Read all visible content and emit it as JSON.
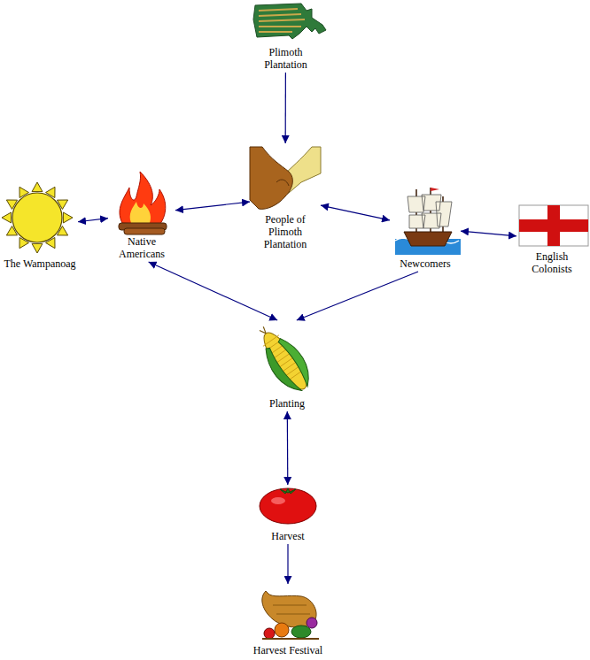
{
  "diagram": {
    "nodes": [
      {
        "text": [
          "Plimoth Plantation"
        ]
      },
      {
        "text": [
          "The Wampanoag"
        ]
      },
      {
        "text": [
          "Native Americans"
        ]
      },
      {
        "text": [
          "People of Plimoth Plantation"
        ]
      },
      {
        "text": [
          "Newcomers"
        ]
      },
      {
        "text": [
          "English Colonists"
        ]
      },
      {
        "text": [
          "Planting"
        ]
      },
      {
        "text": [
          "Harvest"
        ]
      },
      {
        "text": [
          "Harvest Festival"
        ]
      }
    ],
    "edges": [
      {
        "from": 0,
        "to": 3,
        "arrow": "to"
      },
      {
        "from": 1,
        "to": 2,
        "arrow": "both"
      },
      {
        "from": 2,
        "to": 3,
        "arrow": "both"
      },
      {
        "from": 3,
        "to": 4,
        "arrow": "both"
      },
      {
        "from": 4,
        "to": 5,
        "arrow": "both"
      },
      {
        "from": 2,
        "to": 6,
        "arrow": "both"
      },
      {
        "from": 4,
        "to": 6,
        "arrow": "to"
      },
      {
        "from": 6,
        "to": 7,
        "arrow": "both"
      },
      {
        "from": 7,
        "to": 8,
        "arrow": "to"
      }
    ]
  }
}
